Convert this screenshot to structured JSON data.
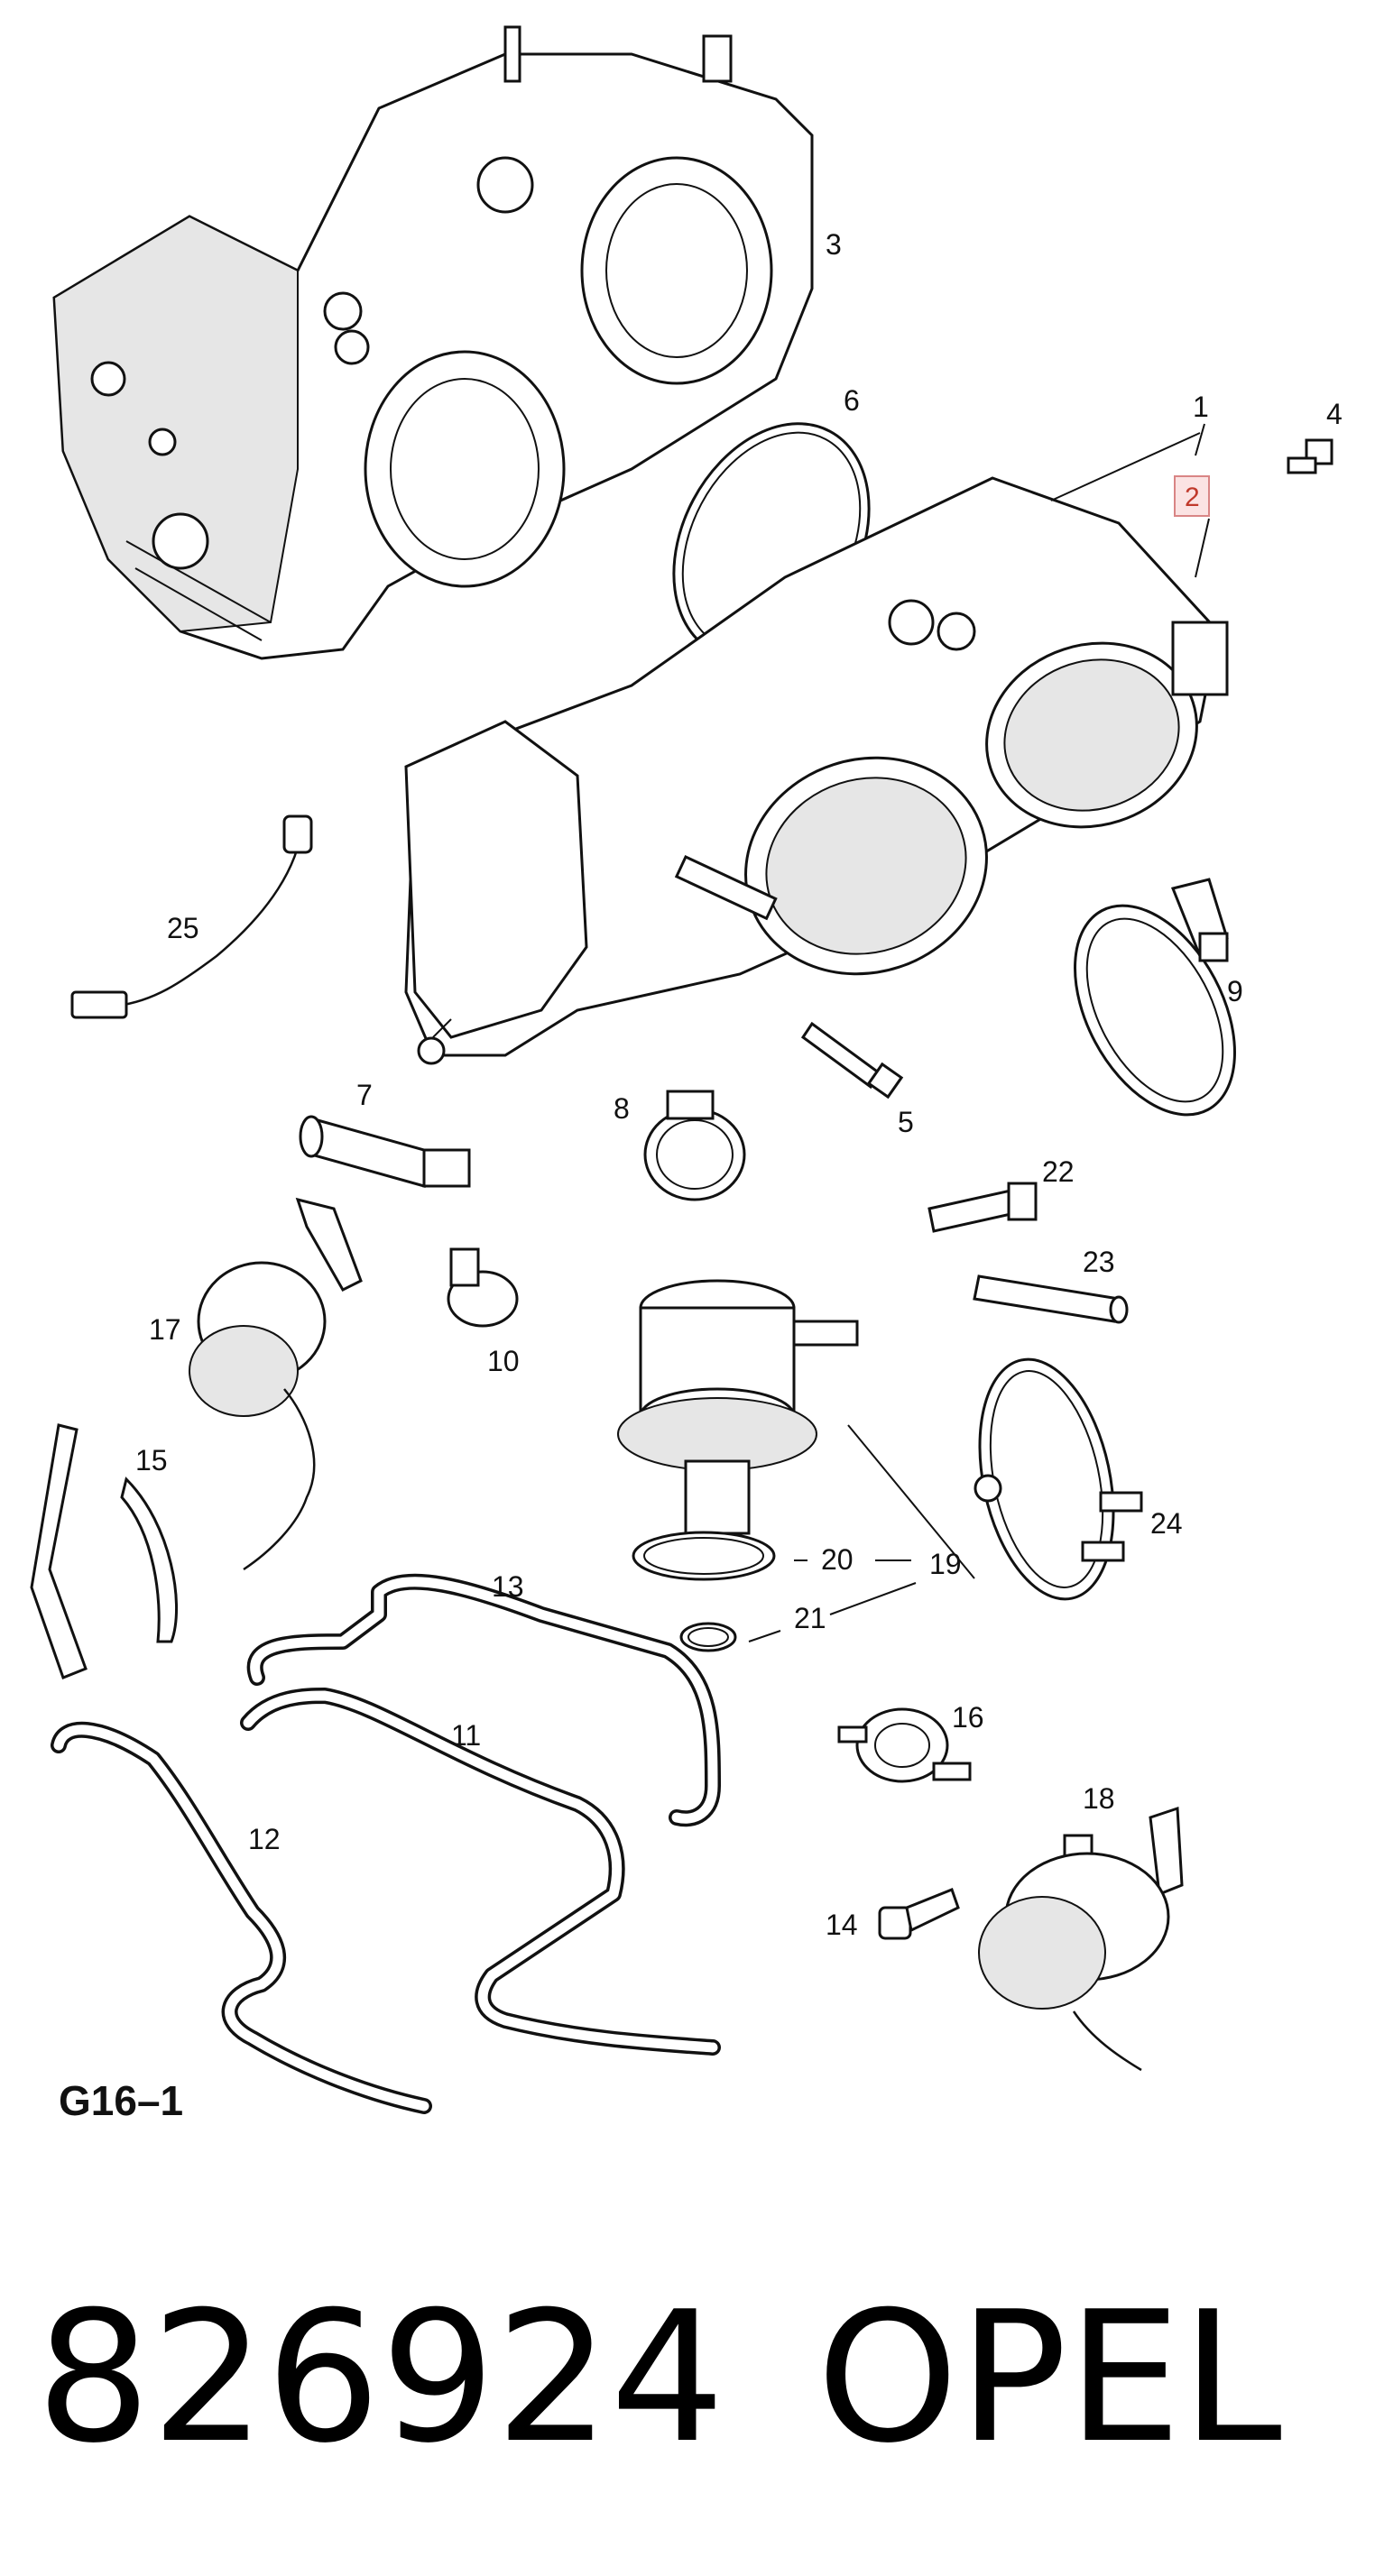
{
  "diagram": {
    "callouts": [
      {
        "id": "c1",
        "text": "1"
      },
      {
        "id": "c2",
        "text": "2",
        "highlighted": true
      },
      {
        "id": "c3",
        "text": "3"
      },
      {
        "id": "c4",
        "text": "4"
      },
      {
        "id": "c5",
        "text": "5"
      },
      {
        "id": "c6",
        "text": "6"
      },
      {
        "id": "c7",
        "text": "7"
      },
      {
        "id": "c8",
        "text": "8"
      },
      {
        "id": "c9",
        "text": "9"
      },
      {
        "id": "c10",
        "text": "10"
      },
      {
        "id": "c11",
        "text": "11"
      },
      {
        "id": "c12",
        "text": "12"
      },
      {
        "id": "c13",
        "text": "13"
      },
      {
        "id": "c14",
        "text": "14"
      },
      {
        "id": "c15",
        "text": "15"
      },
      {
        "id": "c16",
        "text": "16"
      },
      {
        "id": "c17",
        "text": "17"
      },
      {
        "id": "c18",
        "text": "18"
      },
      {
        "id": "c19",
        "text": "19"
      },
      {
        "id": "c20",
        "text": "20"
      },
      {
        "id": "c21",
        "text": "21"
      },
      {
        "id": "c22",
        "text": "22"
      },
      {
        "id": "c23",
        "text": "23"
      },
      {
        "id": "c24",
        "text": "24"
      },
      {
        "id": "c25",
        "text": "25"
      }
    ],
    "figure_code": "G16–1",
    "part_number": "826924",
    "brand": "OPEL",
    "highlight_color": "#c0392b"
  }
}
